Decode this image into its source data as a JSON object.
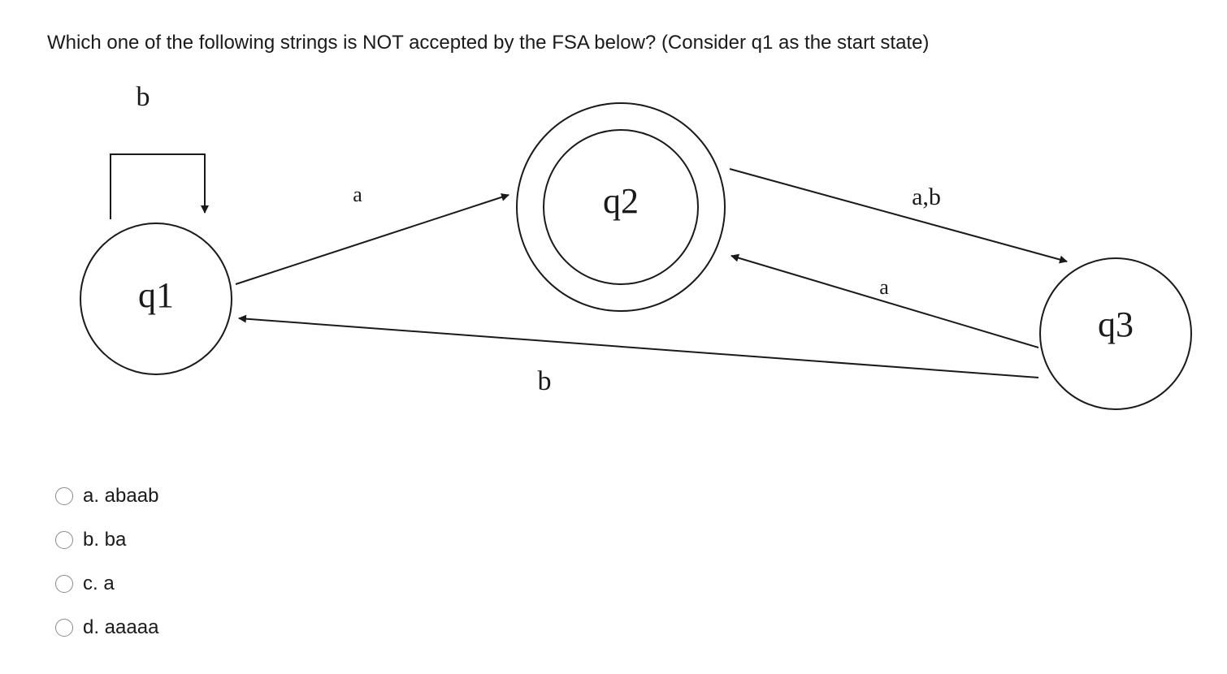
{
  "question": {
    "text": "Which one of the following strings is NOT accepted by the FSA below? (Consider q1 as the start state)"
  },
  "diagram": {
    "states": {
      "q1": "q1",
      "q2": "q2",
      "q3": "q3"
    },
    "accepting_state": "q2",
    "transitions": [
      {
        "from": "q1",
        "to": "q1",
        "label": "b"
      },
      {
        "from": "q1",
        "to": "q2",
        "label": "a"
      },
      {
        "from": "q2",
        "to": "q3",
        "label": "a,b"
      },
      {
        "from": "q3",
        "to": "q2",
        "label": "a"
      },
      {
        "from": "q3",
        "to": "q1",
        "label": "b"
      }
    ]
  },
  "options": [
    {
      "label": "a. abaab"
    },
    {
      "label": "b. ba"
    },
    {
      "label": "c. a"
    },
    {
      "label": "d. aaaaa"
    }
  ]
}
